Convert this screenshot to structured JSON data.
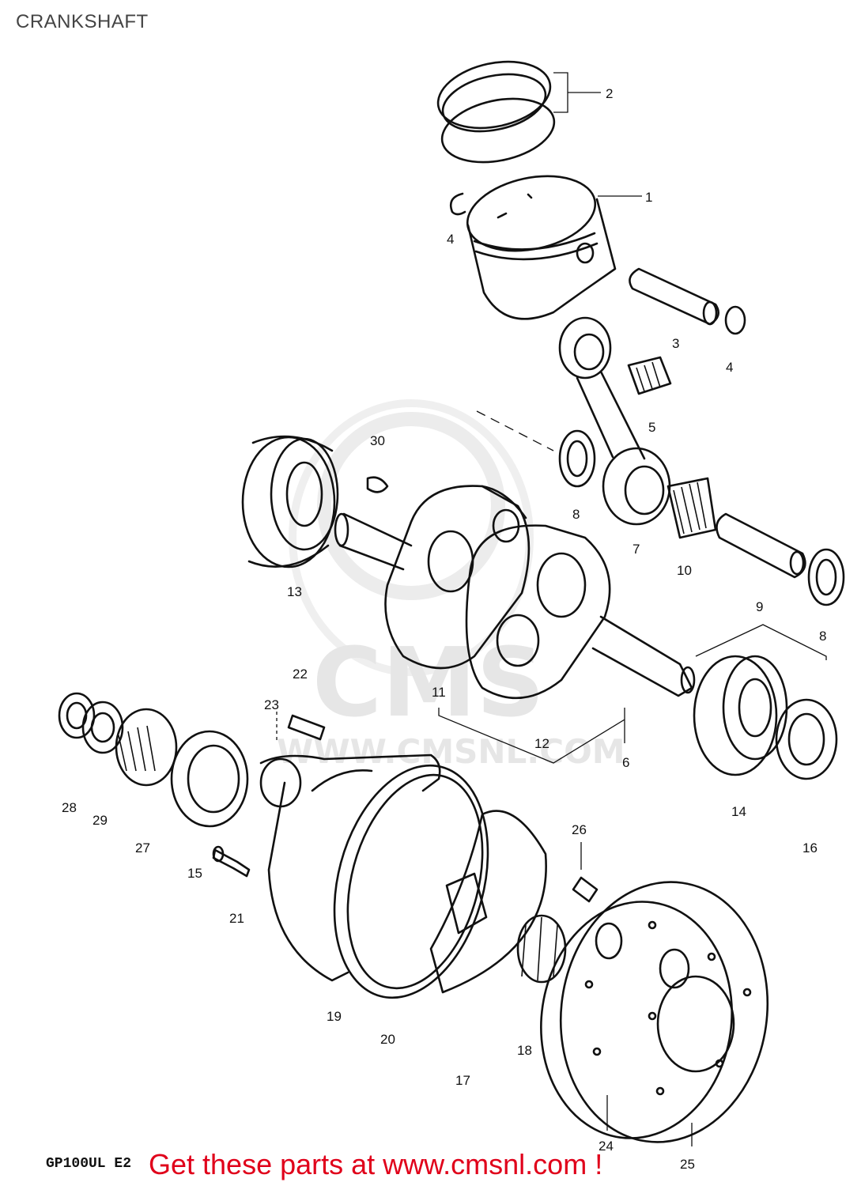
{
  "page": {
    "title": "CRANKSHAFT"
  },
  "watermark": {
    "brand": "CMS",
    "url": "WWW.CMSNL.COM"
  },
  "footer": {
    "model_code": "GP100UL E2",
    "cta": "Get these parts at www.cmsnl.com !",
    "cta_color": "#e0001a"
  },
  "callouts": [
    {
      "ref": "1"
    },
    {
      "ref": "2"
    },
    {
      "ref": "3"
    },
    {
      "ref": "4"
    },
    {
      "ref": "4"
    },
    {
      "ref": "5"
    },
    {
      "ref": "6"
    },
    {
      "ref": "7"
    },
    {
      "ref": "8"
    },
    {
      "ref": "8"
    },
    {
      "ref": "9"
    },
    {
      "ref": "10"
    },
    {
      "ref": "11"
    },
    {
      "ref": "12"
    },
    {
      "ref": "13"
    },
    {
      "ref": "14"
    },
    {
      "ref": "15"
    },
    {
      "ref": "16"
    },
    {
      "ref": "17"
    },
    {
      "ref": "18"
    },
    {
      "ref": "19"
    },
    {
      "ref": "20"
    },
    {
      "ref": "21"
    },
    {
      "ref": "22"
    },
    {
      "ref": "23"
    },
    {
      "ref": "24"
    },
    {
      "ref": "25"
    },
    {
      "ref": "26"
    },
    {
      "ref": "27"
    },
    {
      "ref": "28"
    },
    {
      "ref": "29"
    },
    {
      "ref": "30"
    }
  ]
}
